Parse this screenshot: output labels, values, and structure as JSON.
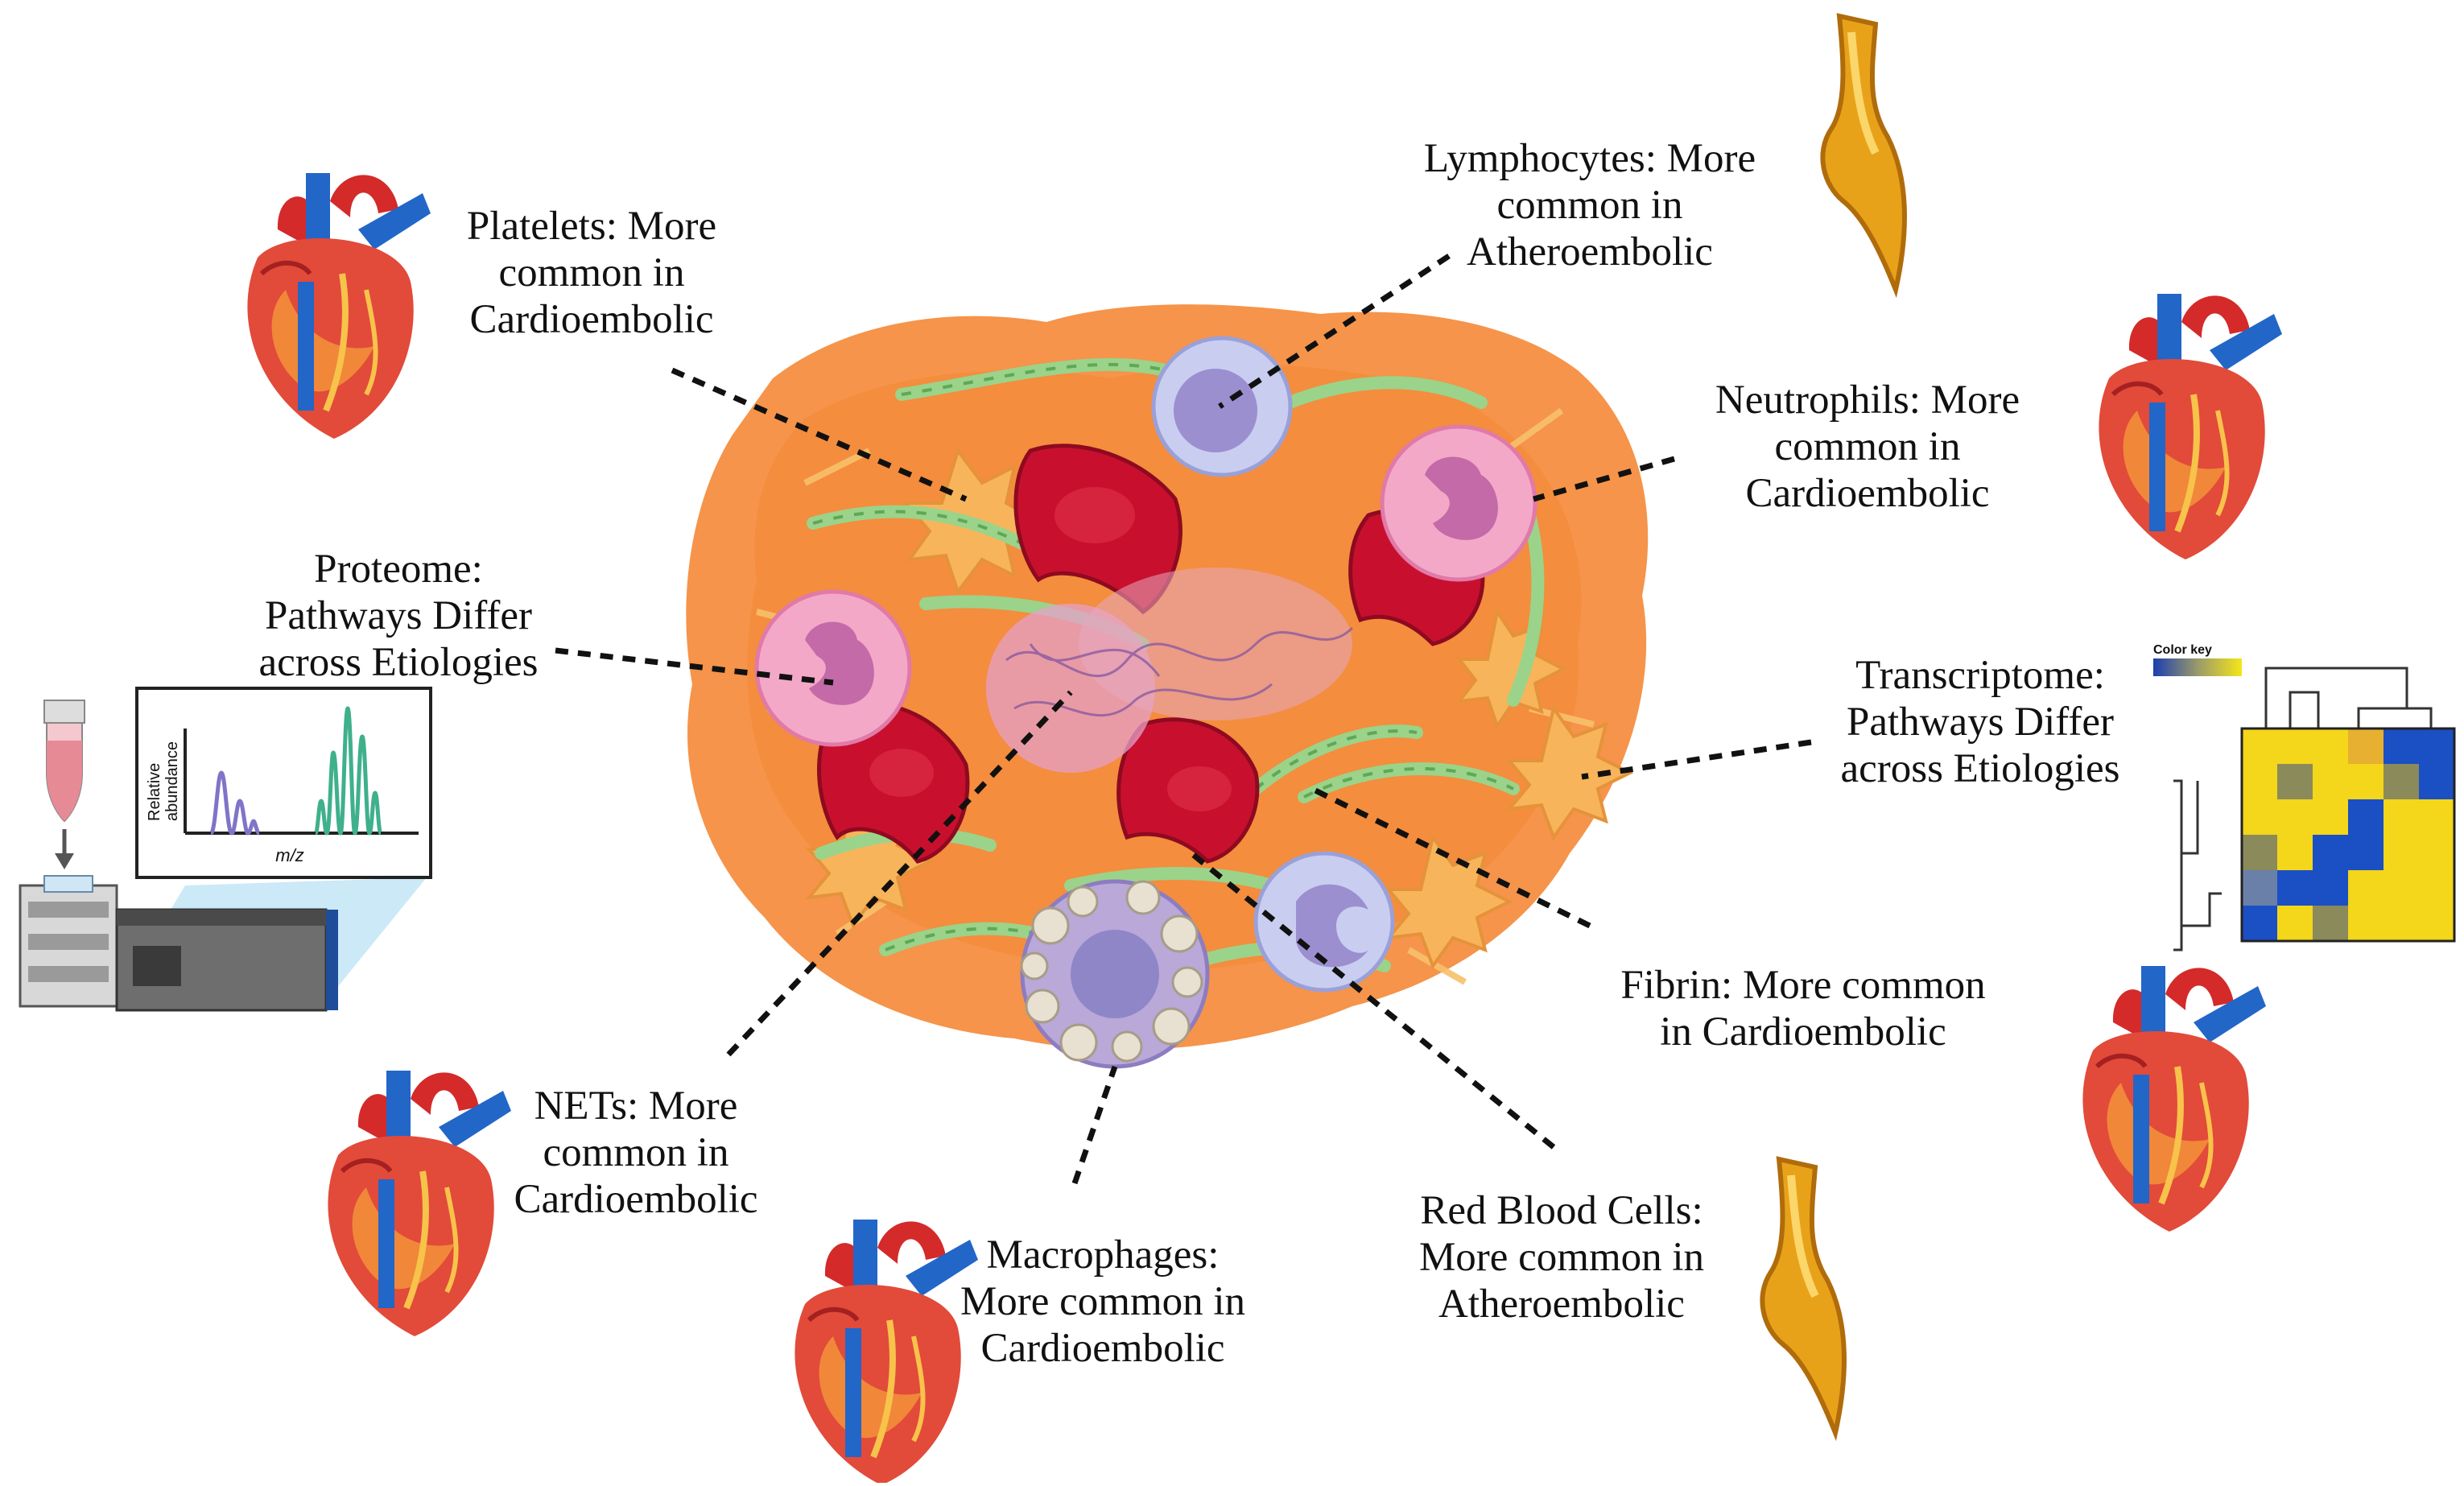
{
  "labels": {
    "platelets": {
      "lines": [
        "Platelets: More",
        "common in",
        "Cardioembolic"
      ]
    },
    "lymphocytes": {
      "lines": [
        "Lymphocytes: More",
        "common in",
        "Atheroembolic"
      ]
    },
    "neutrophils": {
      "lines": [
        "Neutrophils: More",
        "common in",
        "Cardioembolic"
      ]
    },
    "proteome": {
      "lines": [
        "Proteome:",
        "Pathways Differ",
        "across Etiologies"
      ]
    },
    "transcriptome": {
      "lines": [
        "Transcriptome:",
        "Pathways Differ",
        "across Etiologies"
      ]
    },
    "fibrin": {
      "lines": [
        "Fibrin: More common",
        "in Cardioembolic"
      ]
    },
    "nets": {
      "lines": [
        "NETs: More",
        "common in",
        "Cardioembolic"
      ]
    },
    "macrophages": {
      "lines": [
        "Macrophages:",
        "More common in",
        "Cardioembolic"
      ]
    },
    "rbc": {
      "lines": [
        "Red Blood Cells:",
        "More common in",
        "Atheroembolic"
      ]
    }
  },
  "mass_spec": {
    "ylabel_line1": "Relative",
    "ylabel_line2": "abundance",
    "xlabel": "m/z"
  },
  "heatmap": {
    "color_key": "Color key"
  },
  "icons": [
    "heart-icon",
    "artery-icon",
    "mass-spectrometer-icon",
    "test-tube-icon",
    "heatmap-icon",
    "clot-illustration"
  ],
  "colors": {
    "clot": "#f5944a",
    "rbc": "#c8102e",
    "fibrin": "#9bd38a",
    "neutrophil": "#f4a8c8",
    "lymphocyte": "#c9cdf0",
    "artery": "#e8a21a",
    "heatmap_yellow": "#f4d61a",
    "heatmap_blue": "#1b4fc4"
  }
}
